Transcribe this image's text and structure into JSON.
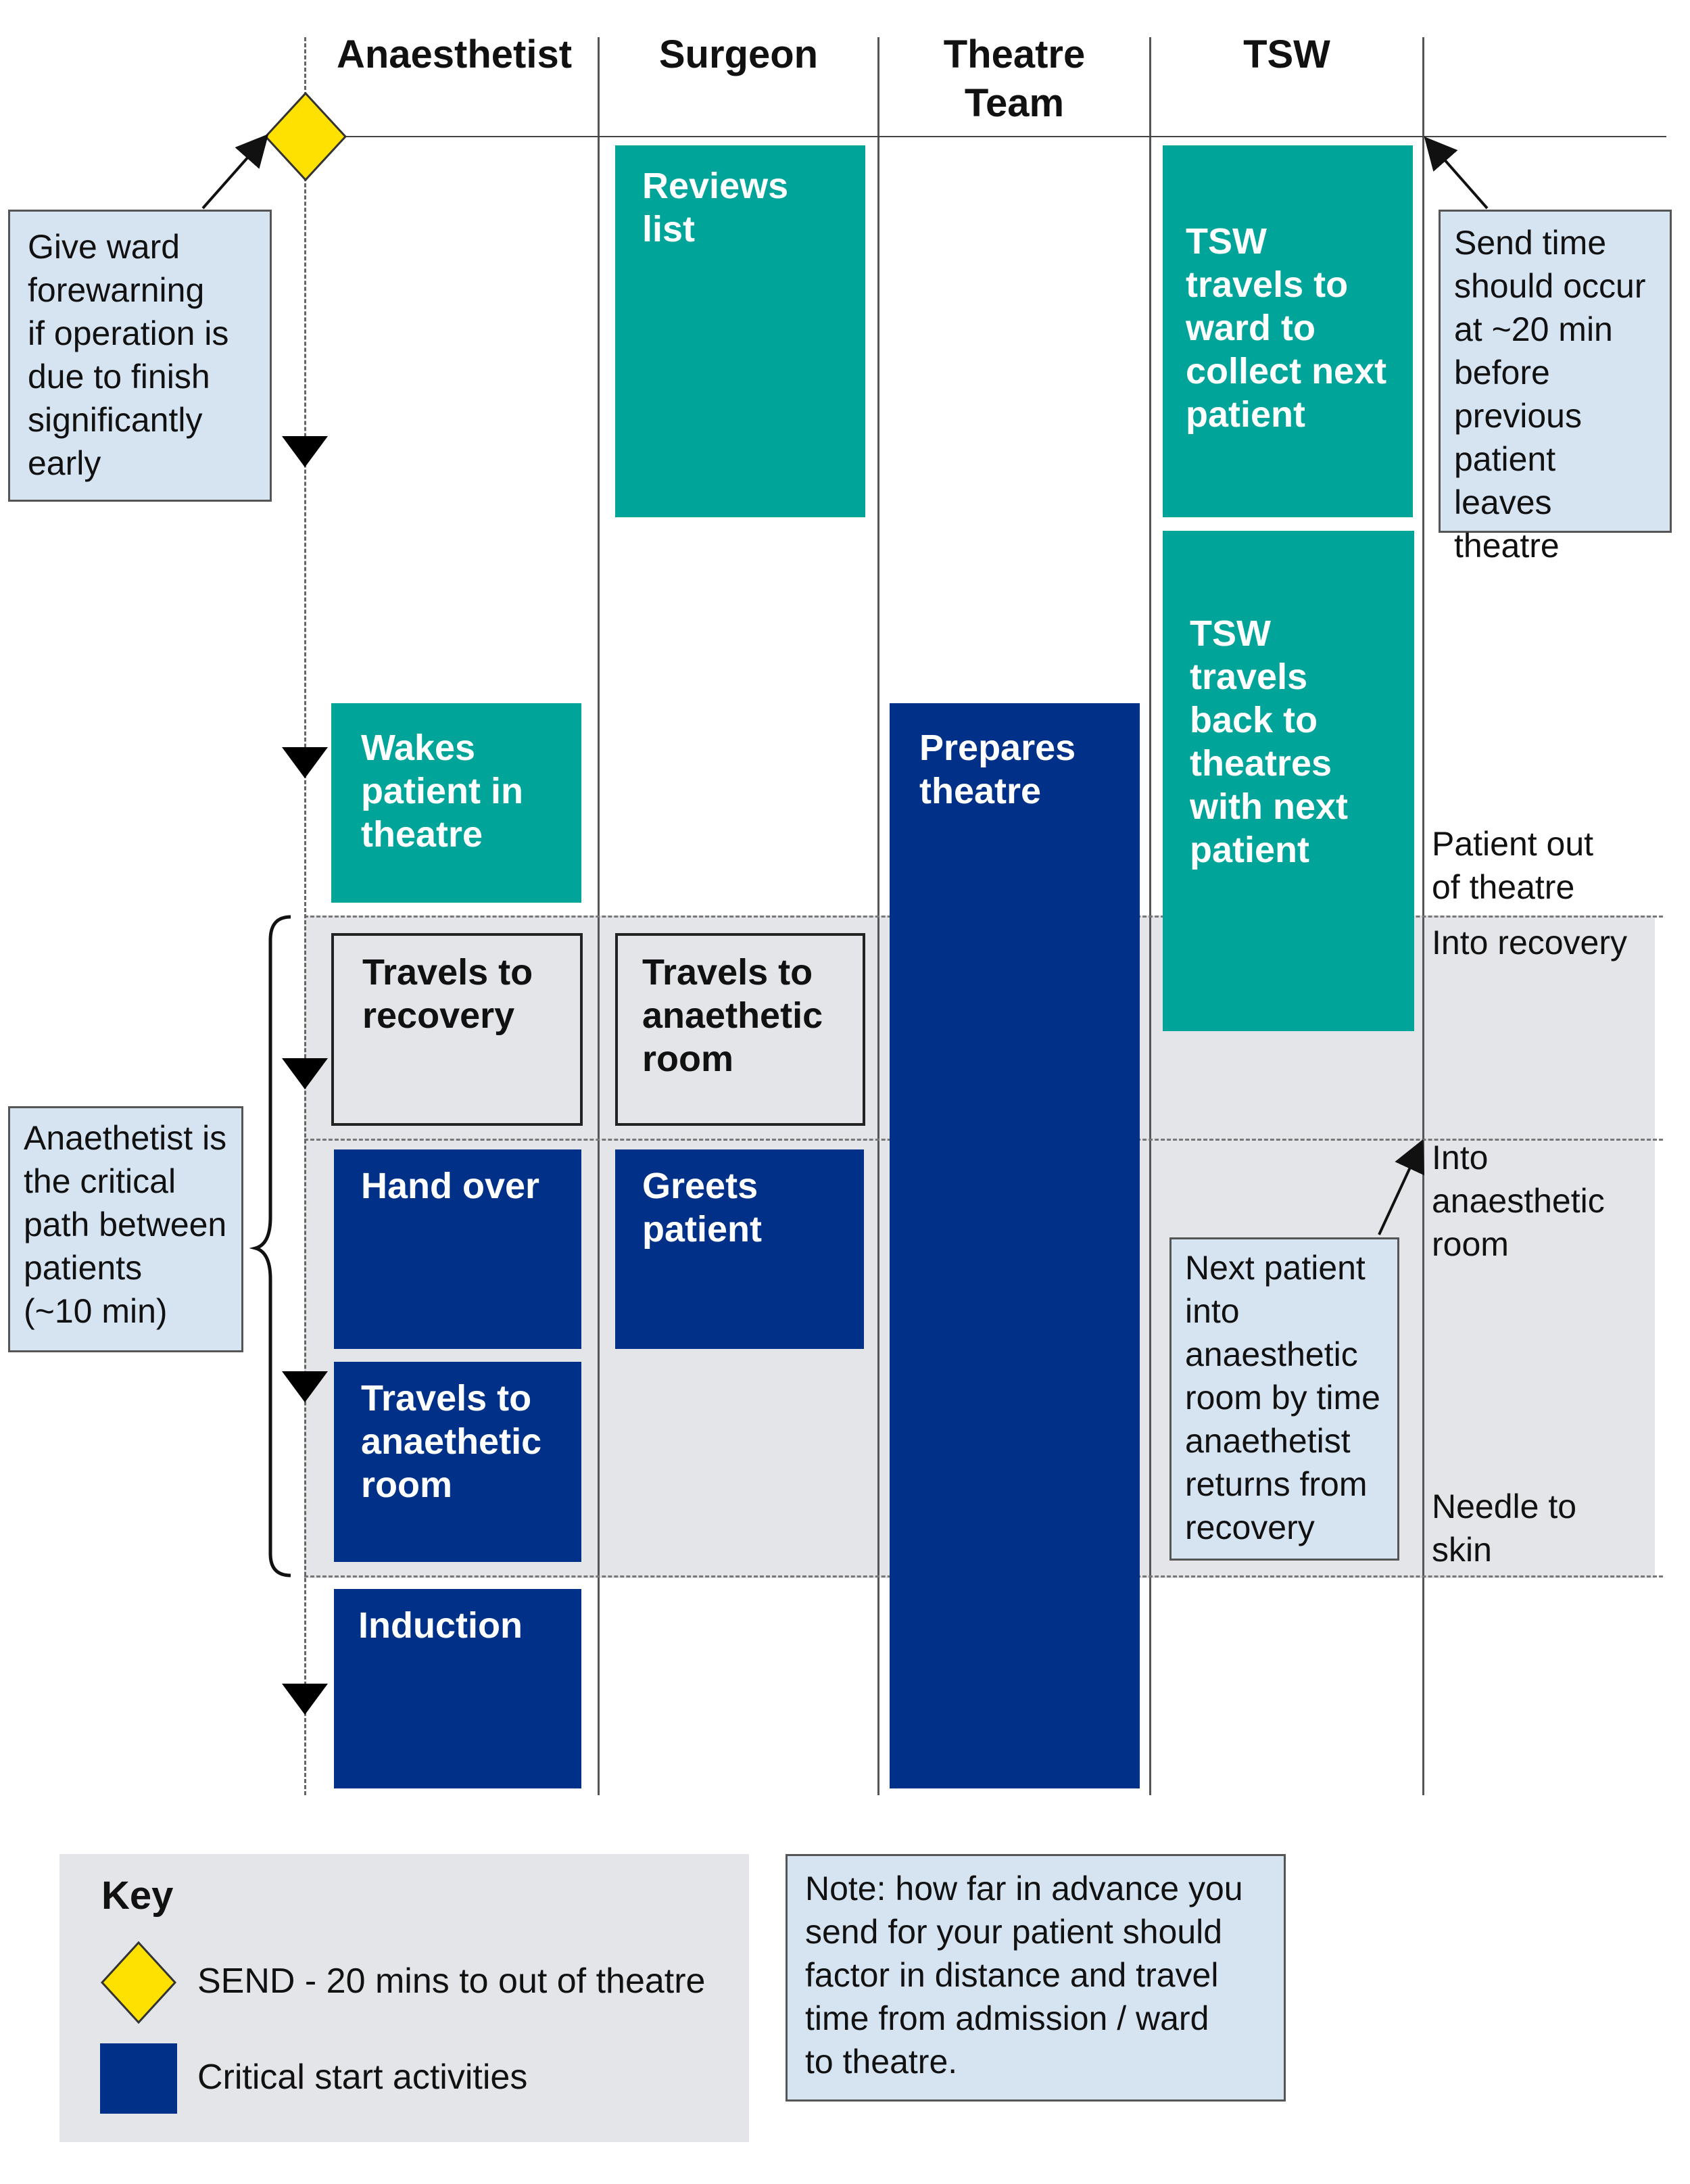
{
  "columns": [
    "Anaesthetist",
    "Surgeon",
    "Theatre\nTeam",
    "TSW"
  ],
  "activities": {
    "reviews_list": "Reviews list",
    "tsw_travels_to_ward": "TSW travels to ward to collect next patient",
    "tsw_travels_back": "TSW travels back to theatres with next patient",
    "wakes_patient": "Wakes patient in theatre",
    "prepares_theatre": "Prepares theatre",
    "anaes_travels_recovery": "Travels to recovery",
    "surgeon_travels_anaethetic": "Travels to anaethetic room",
    "hand_over": "Hand over",
    "greets_patient": "Greets patient",
    "anaes_travels_anaethetic": "Travels to anaethetic room",
    "induction": "Induction"
  },
  "notes": {
    "forewarning": "Give ward\nforewarning\nif operation is\ndue to finish\nsignificantly\nearly",
    "send_time": "Send time\nshould occur\nat ~20 min\nbefore\nprevious\npatient leaves\ntheatre",
    "critical_path": "Anaethetist is\nthe critical\npath between\npatients\n(~10 min)",
    "next_patient": "Next patient\ninto\nanaesthetic\nroom by time\nanaethetist\nreturns from\nrecovery"
  },
  "milestones": {
    "patient_out": "Patient out\nof theatre",
    "into_recovery": "Into recovery",
    "into_anaesthetic": "Into\nanaesthetic\nroom",
    "needle_to_skin": "Needle to\nskin"
  },
  "key": {
    "title": "Key",
    "send_label": "SEND - 20 mins to out of theatre",
    "critical_label": "Critical start activities"
  },
  "advance_note": "Note: how far in advance you\nsend for your patient should\nfactor in distance and travel\ntime from admission / ward\nto theatre.",
  "colors": {
    "teal": "#00a498",
    "navy": "#003087",
    "note_bg": "#d6e4f2",
    "band_bg": "#e3e5e8",
    "diamond": "#ffe100"
  }
}
